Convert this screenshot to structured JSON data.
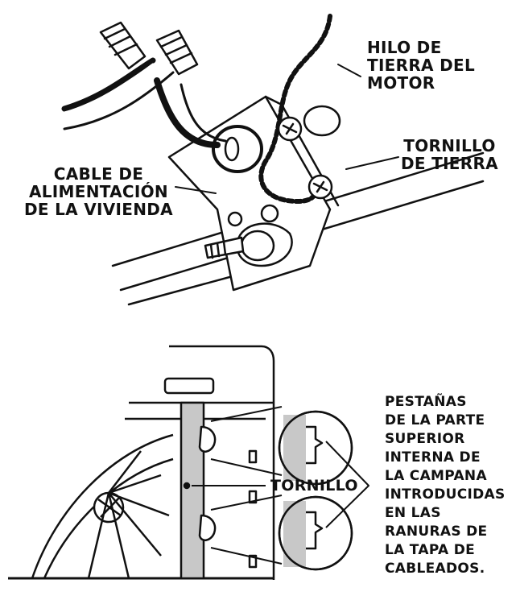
{
  "labels": {
    "motor_ground_wire": [
      "HILO DE",
      "TIERRA DEL",
      "MOTOR"
    ],
    "ground_screw": [
      "TORNILLO",
      "DE TIERRA"
    ],
    "house_power_cable": [
      "CABLE DE",
      "ALIMENTACIÓN",
      "DE LA VIVIENDA"
    ],
    "screw": "TORNILLO",
    "hood_tabs": [
      "PESTAÑAS",
      "DE LA PARTE",
      "SUPERIOR",
      "INTERNA DE",
      "LA CAMPANA",
      "INTRODUCIDAS",
      "EN LAS",
      "RANURAS DE",
      "LA TAPA DE",
      "CABLEADOS."
    ]
  },
  "colors": {
    "ink": "#111111",
    "shade": "#c8c8c8",
    "paper": "#ffffff"
  }
}
